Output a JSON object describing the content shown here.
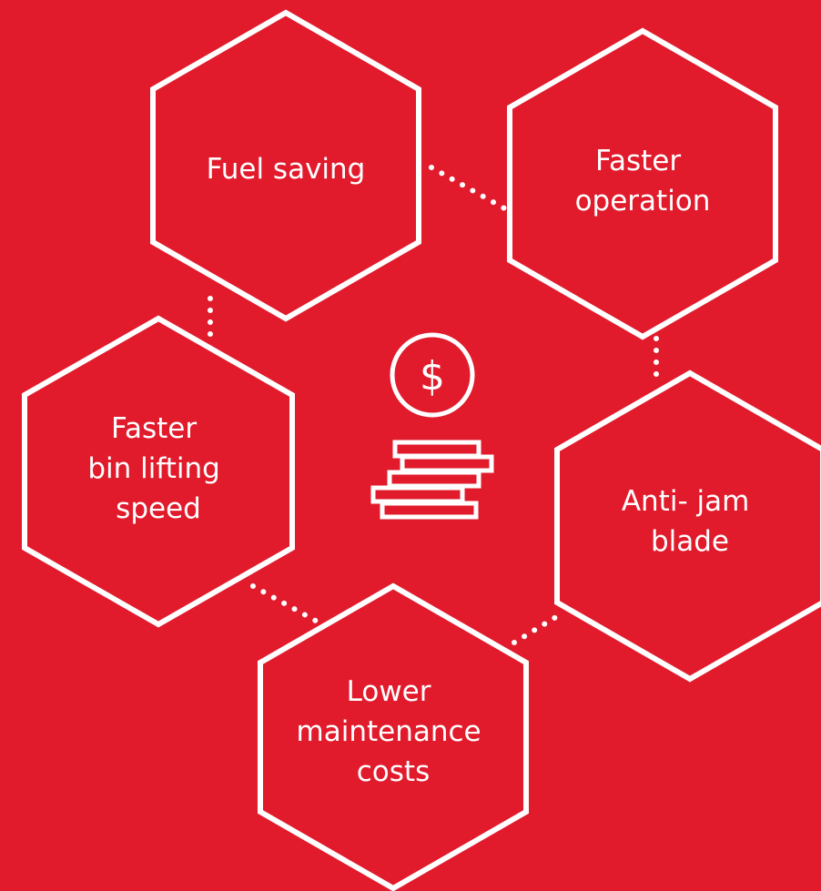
{
  "colors": {
    "background": "#E11B2C",
    "foreground": "#FFFFFF"
  },
  "center_icon": {
    "name": "coin-stack-icon",
    "symbol": "$"
  },
  "nodes": [
    {
      "id": "fuel-saving",
      "lines": [
        "Fuel saving"
      ]
    },
    {
      "id": "faster-operation",
      "lines": [
        "Faster",
        "operation"
      ]
    },
    {
      "id": "faster-bin-lifting-speed",
      "lines": [
        "Faster",
        "bin lifting",
        "speed"
      ]
    },
    {
      "id": "anti-jam-blade",
      "lines": [
        "Anti- jam",
        "blade"
      ]
    },
    {
      "id": "lower-maintenance-costs",
      "lines": [
        "Lower",
        "maintenance",
        "costs"
      ]
    }
  ]
}
